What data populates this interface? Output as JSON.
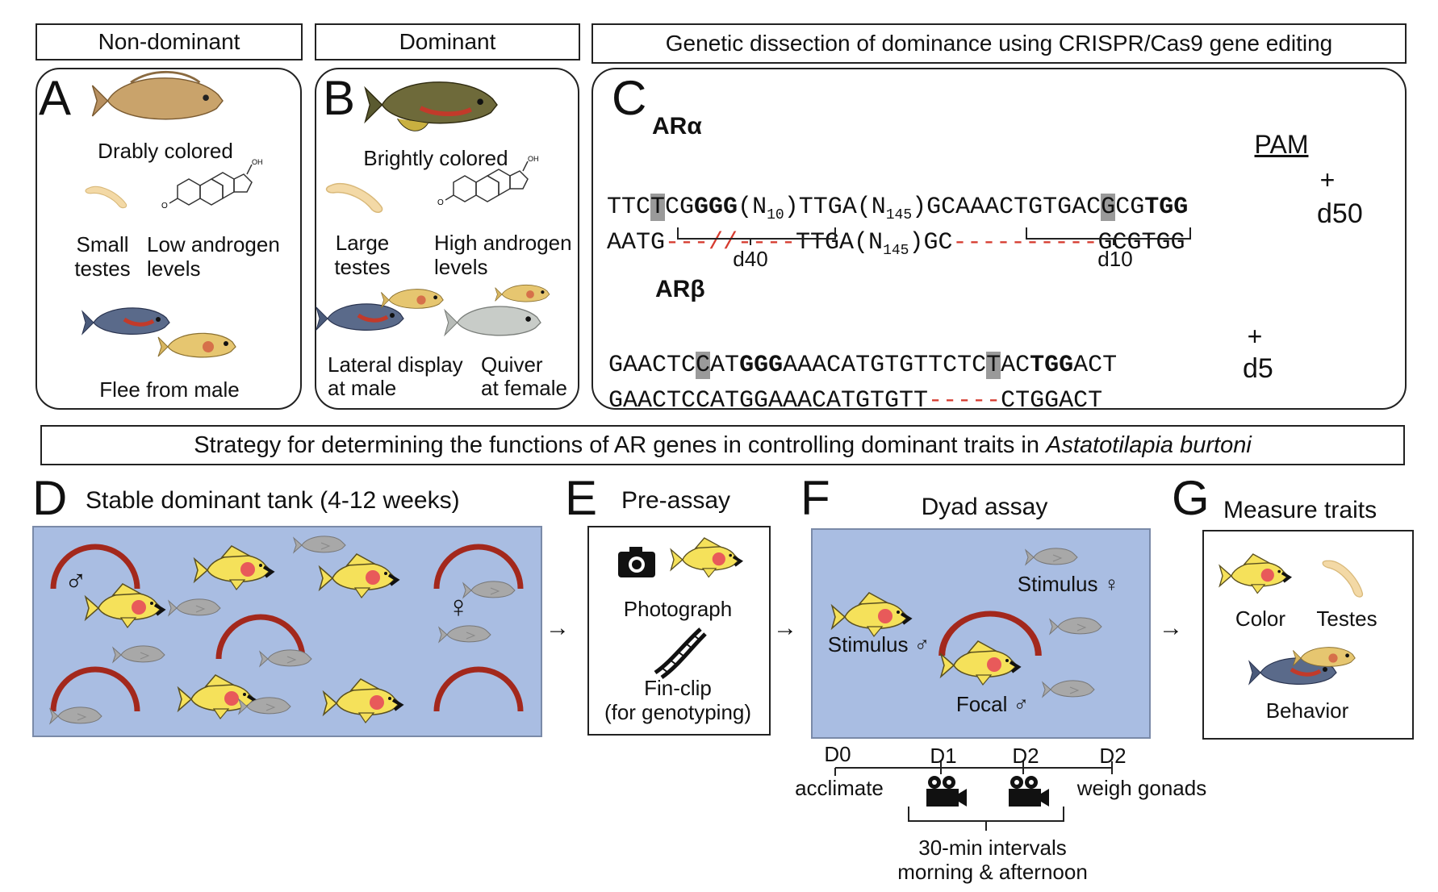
{
  "headers": {
    "non_dominant": "Non-dominant",
    "dominant": "Dominant",
    "crispr": "Genetic dissection of dominance using CRISPR/Cas9 gene editing",
    "strategy_prefix": "Strategy for determining the functions of AR genes in controlling dominant traits in ",
    "strategy_species": "Astatotilapia burtoni"
  },
  "panel_a": {
    "label": "A",
    "drably": "Drably colored",
    "small_testes_1": "Small",
    "small_testes_2": "testes",
    "low_androgen_1": "Low androgen",
    "low_androgen_2": "levels",
    "flee": "Flee from male"
  },
  "panel_b": {
    "label": "B",
    "brightly": "Brightly colored",
    "large_testes_1": "Large",
    "large_testes_2": "testes",
    "high_androgen_1": "High androgen",
    "high_androgen_2": "levels",
    "lateral_1": "Lateral display",
    "lateral_2": "at male",
    "quiver_1": "Quiver",
    "quiver_2": "at female"
  },
  "panel_c": {
    "label": "C",
    "ar_alpha": "ARα",
    "pam": "PAM",
    "alpha_wt": {
      "p1": "TTC",
      "hl1": "T",
      "p2": "CG",
      "b1": "GGG",
      "p3": "(N",
      "sub1": "10",
      "p4": ")TTGA(N",
      "sub2": "145",
      "p5": ")GCAAACTGTGAC",
      "hl2": "G",
      "p6": "CG",
      "b2": "TGG",
      "suffix": "+"
    },
    "alpha_mut": {
      "p1": "AATG",
      "d1": "---//----",
      "p2": "TTGA(N",
      "sub": "145",
      "p3": ")GC",
      "d2": "----------",
      "p4": "GCGTGG",
      "suffix": "d50"
    },
    "d40": "d40",
    "d10": "d10",
    "ar_beta": "ARβ",
    "beta_wt": {
      "p1": "GAACTC",
      "hl1": "C",
      "p2": "AT",
      "b1": "GGG",
      "p3": "AAACATGTGTTCTC",
      "hl2": "T",
      "p4": "AC",
      "b2": "TGG",
      "p5": "ACT",
      "suffix": "+"
    },
    "beta_mut": {
      "p1": "GAACTCCATGGAAACATGTGTT",
      "d1": "-----",
      "p2": "CTGGACT",
      "suffix": "d5"
    }
  },
  "panel_d": {
    "label": "D",
    "title": "Stable dominant tank (4-12 weeks)",
    "male": "♂",
    "female": "♀"
  },
  "panel_e": {
    "label": "E",
    "title": "Pre-assay",
    "photograph": "Photograph",
    "finclip_1": "Fin-clip",
    "finclip_2": "(for genotyping)"
  },
  "panel_f": {
    "label": "F",
    "title": "Dyad assay",
    "stim_female": "Stimulus ♀",
    "stim_male": "Stimulus ♂",
    "focal": "Focal ♂",
    "timeline": {
      "d0": "D0",
      "d1": "D1",
      "d2a": "D2",
      "d2b": "D2",
      "acclimate": "acclimate",
      "weigh": "weigh gonads",
      "intervals_1": "30-min intervals",
      "intervals_2": "morning & afternoon"
    }
  },
  "panel_g": {
    "label": "G",
    "title": "Measure traits",
    "color": "Color",
    "testes": "Testes",
    "behavior": "Behavior"
  },
  "arrow": "→",
  "colors": {
    "tank": "#a9bde2",
    "arc": "#a3281c",
    "dom_fish": "#f5e15a",
    "spot": "#e85a5a",
    "grey_fish": "#a8a8a8",
    "deletion": "#d63b2f"
  },
  "icons": [
    "camera-icon",
    "dna-icon",
    "video-camera-icon",
    "fish-icon",
    "testes-icon",
    "androgen-structure-icon"
  ]
}
